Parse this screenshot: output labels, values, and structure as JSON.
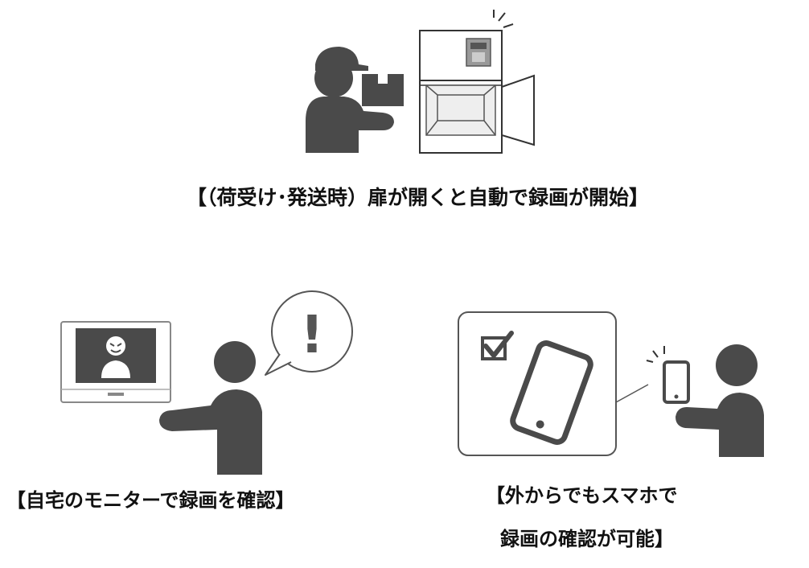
{
  "captions": {
    "delivery": "【（荷受け･発送時）扉が開くと自動で録画が開始】",
    "monitor": "【自宅のモニターで録画を確認】",
    "smartphone_line1": "【外からでもスマホで",
    "smartphone_line2": "録画の確認が可能】"
  },
  "icons": {
    "alert": "!"
  },
  "colors": {
    "figure": "#4a4a4a",
    "line": "#333333",
    "panel": "#eeeeee",
    "background": "#ffffff"
  }
}
